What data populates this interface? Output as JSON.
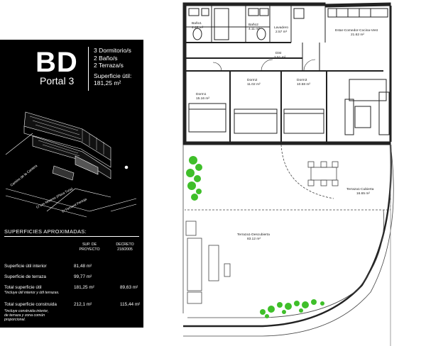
{
  "header": {
    "code": "BD",
    "portal": "Portal 3",
    "features": [
      "3 Dormitorio/s",
      "2 Baño/s",
      "2 Terraza/s"
    ],
    "surface_label": "Superficie útil:",
    "surface_value": "181,25 m²"
  },
  "map_labels": {
    "street1": "Camino de la Cantera",
    "street2": "C/ Les Moreres (Plaza Turia)",
    "street3": "C/ Fernand Pantoja"
  },
  "surfaces": {
    "title": "SUPERFICIES APROXIMADAS:",
    "col1": [
      "SUP. DE",
      "PROYECTO"
    ],
    "col2": [
      "DECRETO",
      "218/2005"
    ],
    "rows": [
      {
        "label": "Superficie útil interior",
        "v1": "81,48  m²",
        "v2": ""
      },
      {
        "label": "Superficie de terraza",
        "v1": "99,77 m²",
        "v2": ""
      },
      {
        "label": "Total superficie útil",
        "v1": "181,25 m²",
        "v2": "89,63 m²"
      },
      {
        "label": "Total superficie construida",
        "v1": "212,1 m²",
        "v2": "115,44 m²"
      }
    ],
    "note1": "*Incluye útil interior y útil terrazas.",
    "note2": [
      "*Incluye construida interior,",
      "de terraza y zona común",
      "proporcional."
    ]
  },
  "plan": {
    "rooms": [
      {
        "name": "Baño1",
        "area": "4.40 m²"
      },
      {
        "name": "Baño2",
        "area": "4.11 m²"
      },
      {
        "name": "Lavadero",
        "area": "2.57 m²"
      },
      {
        "name": "Estar-Comedor-Cocina-Vest",
        "area": "21.62 m²"
      },
      {
        "name": "Dist",
        "area": "2.51 m²"
      },
      {
        "name": "Dorm2",
        "area": "11.02 m²"
      },
      {
        "name": "Dorm3",
        "area": "10.58 m²"
      },
      {
        "name": "Dorm1",
        "area": "15.16 m²"
      },
      {
        "name": "Terraza1-Cubierta",
        "area": "16.65 m²"
      },
      {
        "name": "Terraza1-Descubierta",
        "area": "83.12 m²"
      }
    ]
  },
  "colors": {
    "panel": "#000000",
    "plan_line": "#222222",
    "plant": "#3fbf2a"
  }
}
